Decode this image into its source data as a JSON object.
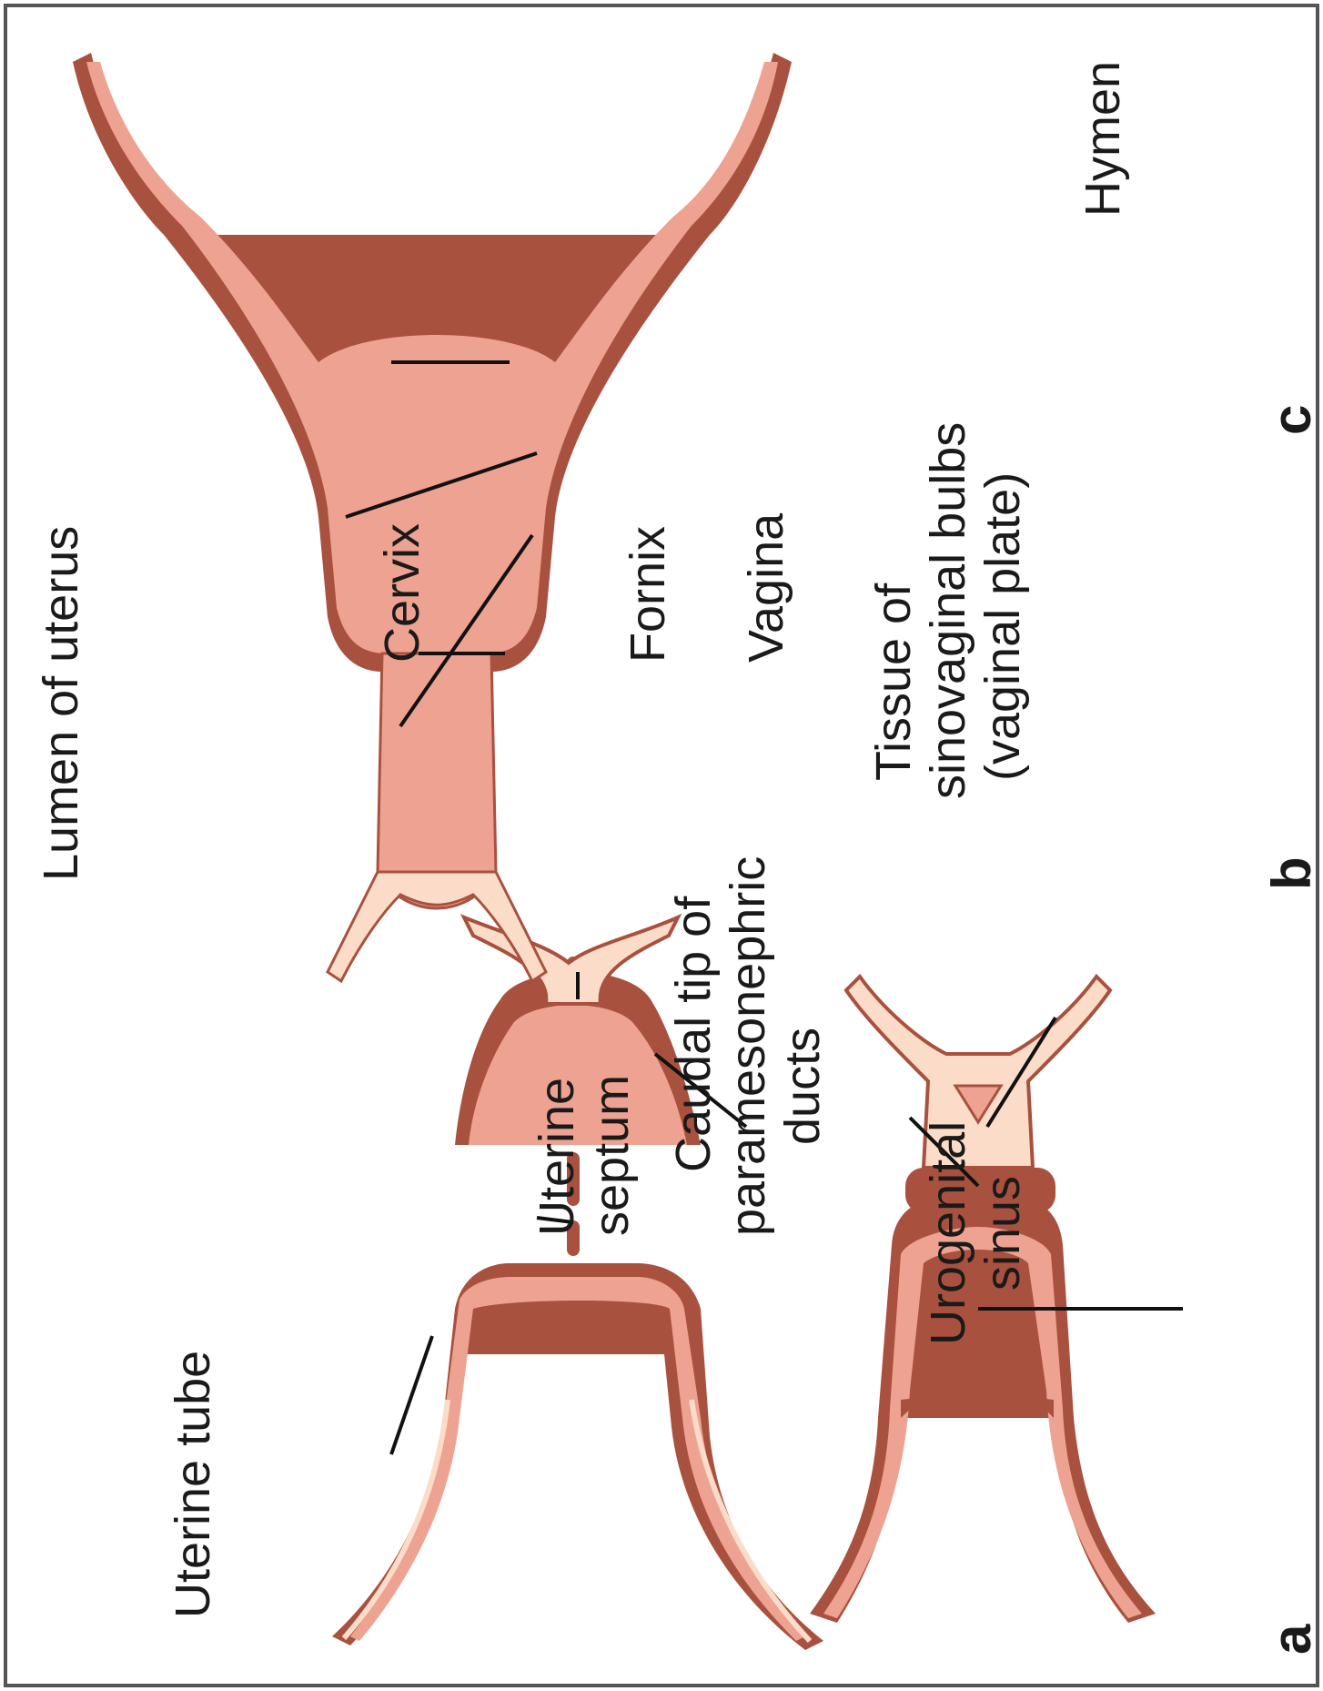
{
  "colors": {
    "muscle": "#a9513f",
    "lumen": "#eea291",
    "pale": "#fbdcc8",
    "frame": "#555555",
    "text": "#1a1a1a"
  },
  "panels": {
    "a": {
      "letter": "a",
      "labels": {
        "uterine_tube": "Uterine tube",
        "uterine_septum": [
          "Uterine",
          "septum"
        ],
        "caudal_tip": [
          "Caudal tip of",
          "paramesonephric",
          "ducts"
        ],
        "urogenital_sinus": [
          "Urogenital",
          "sinus"
        ]
      }
    },
    "b": {
      "letter": "b",
      "labels": {
        "lumen_of_uterus": "Lumen of uterus",
        "tissue_sinovaginal": [
          "Tissue of",
          "sinovaginal bulbs",
          "(vaginal plate)"
        ]
      }
    },
    "c": {
      "letter": "c",
      "labels": {
        "cervix": "Cervix",
        "fornix": "Fornix",
        "vagina": "Vagina",
        "hymen": "Hymen"
      }
    }
  }
}
